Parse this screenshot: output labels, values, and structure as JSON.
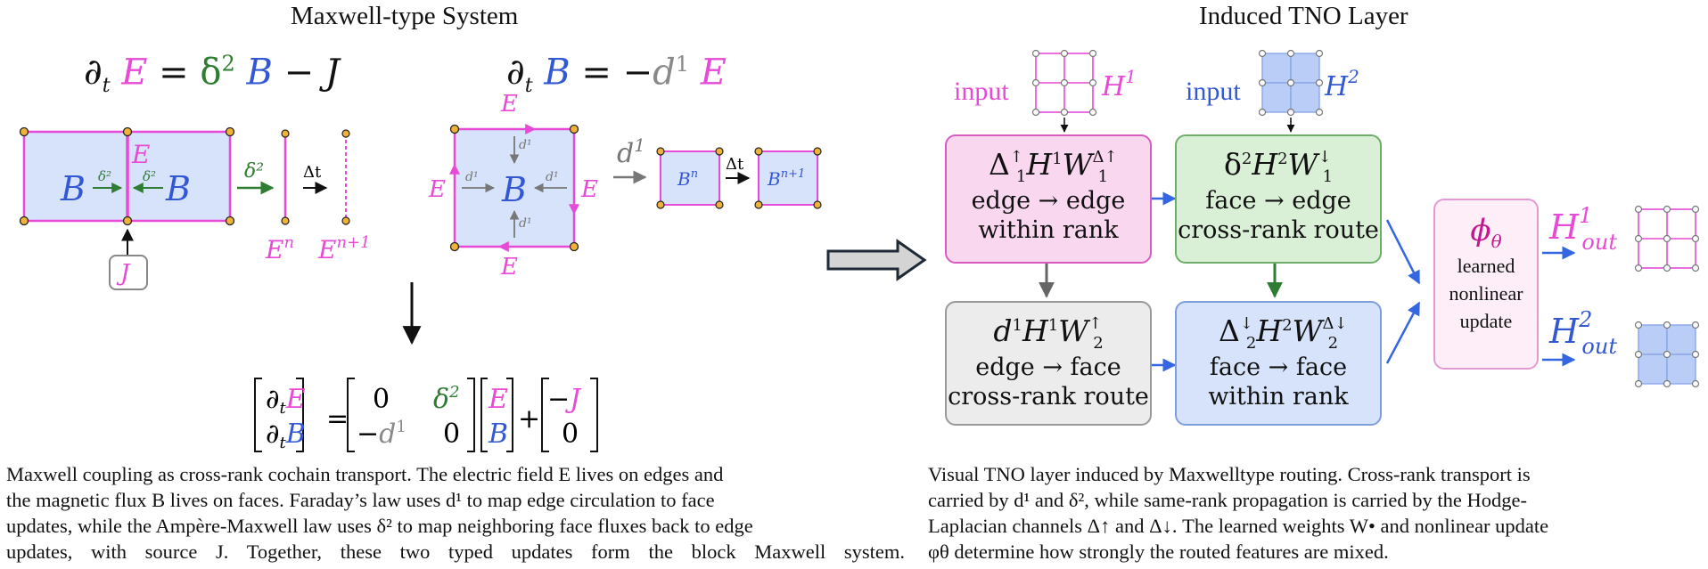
{
  "left_panel": {
    "title": "Maxwell-type System",
    "caption_lines": [
      "Maxwell coupling as cross-rank cochain transport. The electric field E lives on edges and",
      "the magnetic flux B lives on faces. Faraday’s law uses d¹ to map edge circulation to face",
      "updates, while the Ampère-Maxwell law uses δ² to map neighboring face fluxes back to edge",
      "updates, with source J. Together, these two typed updates form the block Maxwell system."
    ]
  },
  "right_panel": {
    "title": "Induced TNO Layer",
    "caption_lines": [
      "Visual TNO layer induced by Maxwelltype routing. Cross-rank transport is",
      "carried by d¹ and δ², while same-rank propagation is carried by the Hodge-",
      "Laplacian channels Δ↑ and Δ↓. The learned weights W• and nonlinear update",
      "φθ determine how strongly the routed features are mixed."
    ],
    "input_label_1": "input",
    "input_label_2": "input",
    "boxes": {
      "b1": {
        "line1": "edge → edge",
        "line2": "within rank"
      },
      "b2": {
        "line1": "face → edge",
        "line2": "cross-rank route"
      },
      "b3": {
        "line1": "edge → face",
        "line2": "cross-rank route"
      },
      "b4": {
        "line1": "face → face",
        "line2": "within rank"
      },
      "phi": {
        "line1": "learned",
        "line2": "nonlinear",
        "line3": "update"
      }
    }
  },
  "colors": {
    "edge_magenta": "#e64ad6",
    "face_blue": "#3358d4",
    "cross_green": "#2e7d32",
    "box_pink": "#f9d7ef",
    "box_green": "#d9efd6",
    "box_gray": "#ececec",
    "box_blue": "#d7e2fb"
  }
}
